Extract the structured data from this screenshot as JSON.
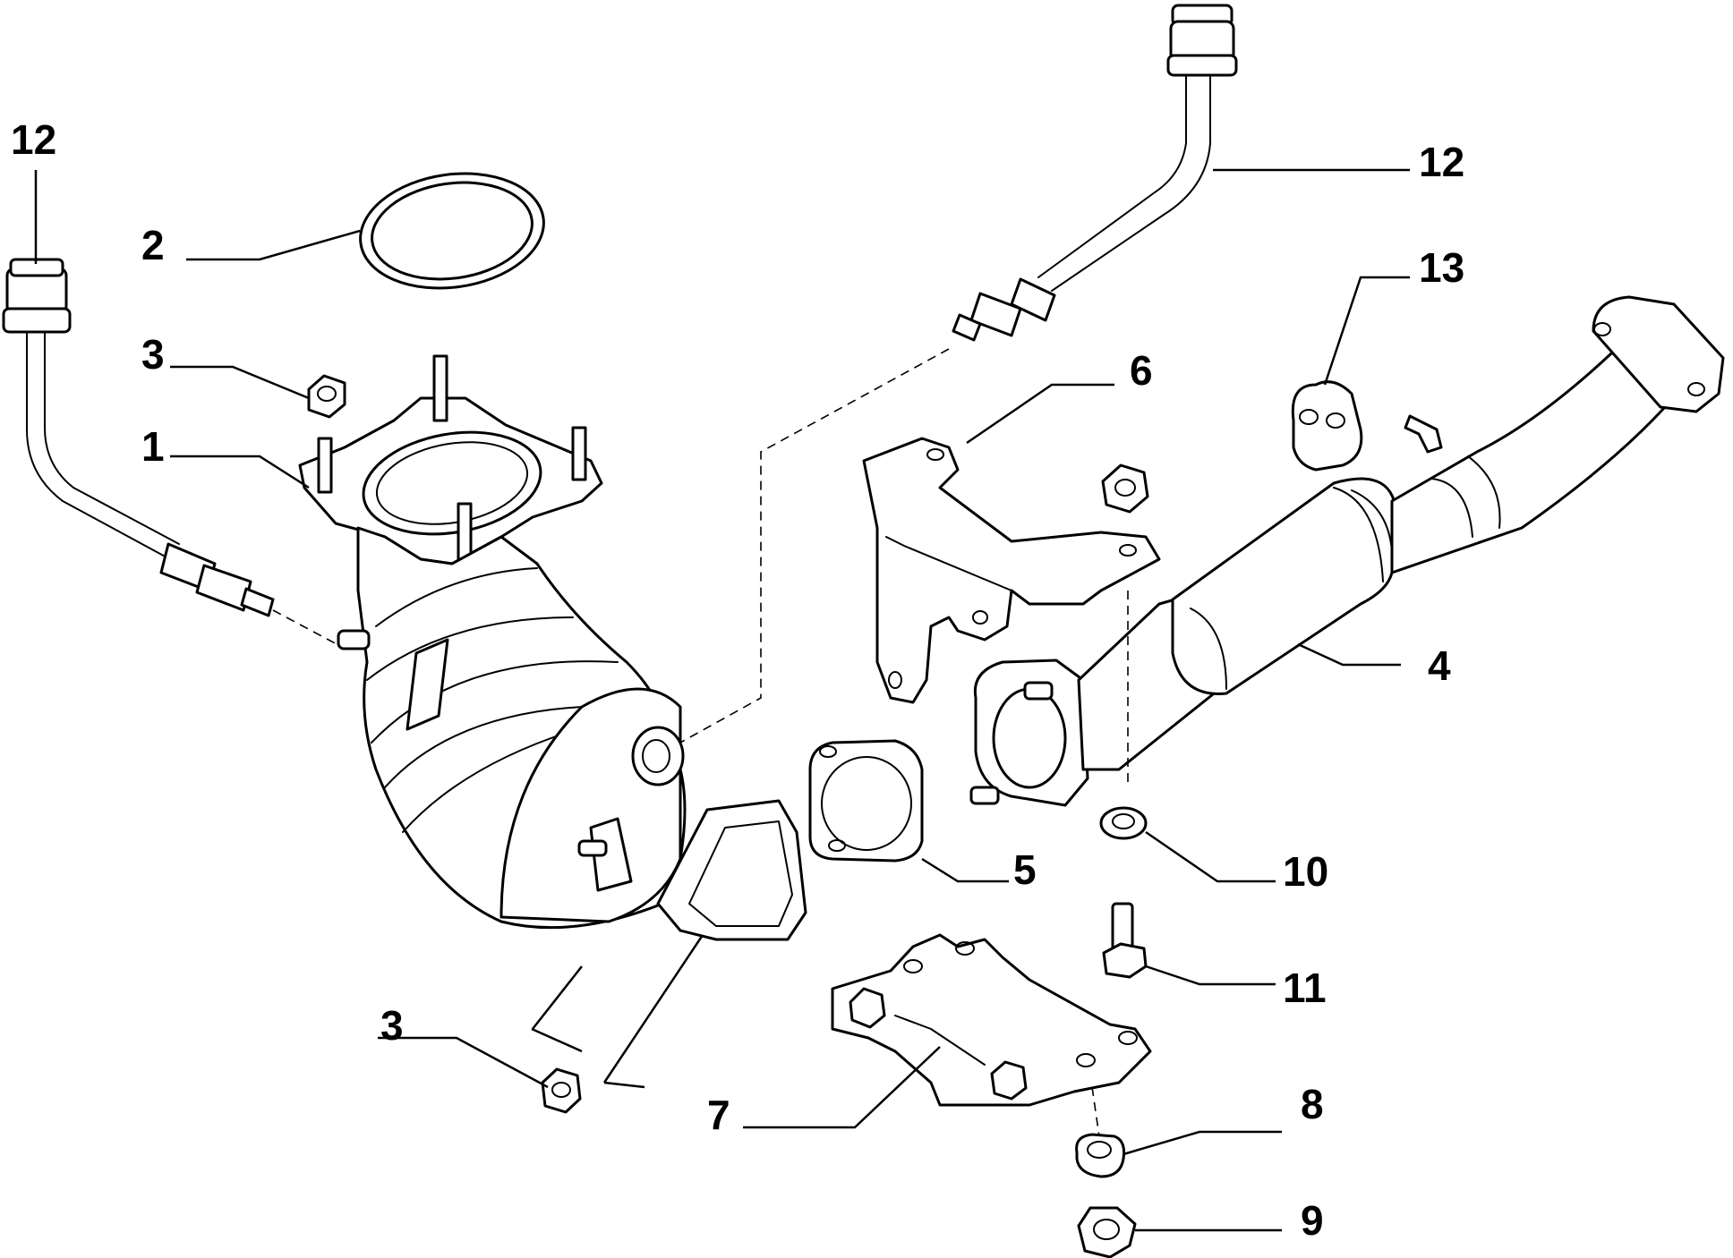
{
  "callouts": {
    "c1": "1",
    "c2": "2",
    "c3a": "3",
    "c3b": "3",
    "c4": "4",
    "c5": "5",
    "c6": "6",
    "c7": "7",
    "c8": "8",
    "c9": "9",
    "c10": "10",
    "c11": "11",
    "c12a": "12",
    "c12b": "12",
    "c13": "13"
  }
}
